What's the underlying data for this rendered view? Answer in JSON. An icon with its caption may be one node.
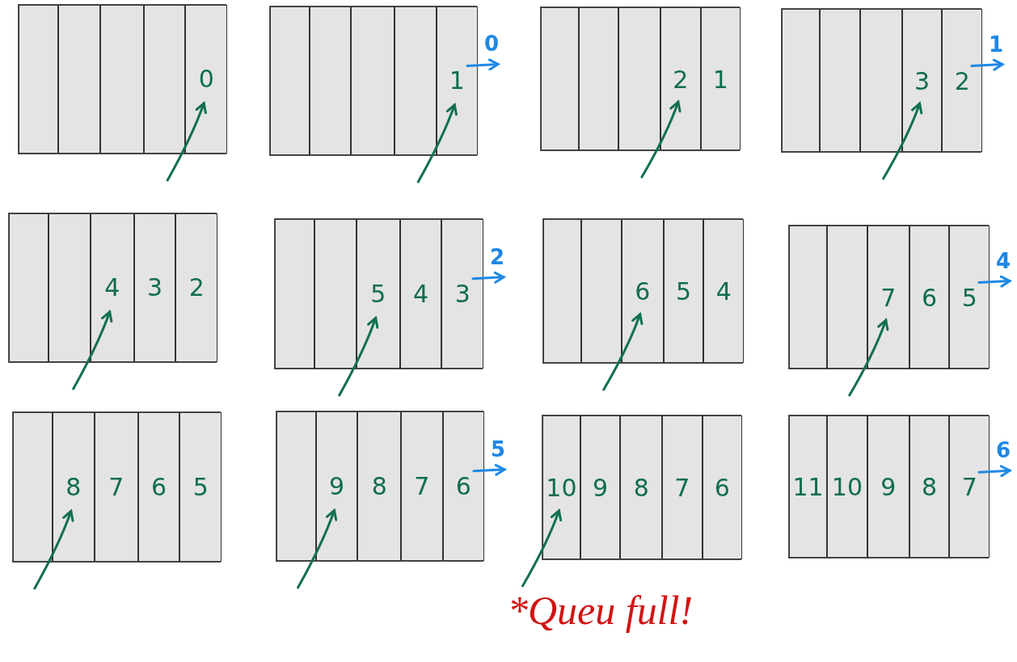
{
  "diagram": {
    "nodes": [
      {
        "text": [],
        "shape": "box"
      },
      {
        "text": [],
        "shape": "box",
        "in": 0
      },
      {
        "text": [],
        "shape": "box",
        "in": 0
      },
      {
        "text": [],
        "shape": "box",
        "in": 0
      },
      {
        "text": [],
        "shape": "box",
        "in": 0
      },
      {
        "text": [
          "0"
        ],
        "in": 0
      },
      {
        "text": [],
        "shape": "box"
      },
      {
        "text": [],
        "shape": "box",
        "in": 6
      },
      {
        "text": [],
        "shape": "box",
        "in": 6
      },
      {
        "text": [],
        "shape": "box",
        "in": 6
      },
      {
        "text": [],
        "shape": "box",
        "in": 6
      },
      {
        "text": [
          "1"
        ],
        "in": 6
      },
      {
        "text": [],
        "shape": "box"
      },
      {
        "text": [],
        "shape": "box",
        "in": 12
      },
      {
        "text": [],
        "shape": "box",
        "in": 12
      },
      {
        "text": [],
        "shape": "box",
        "in": 12
      },
      {
        "text": [
          "2"
        ],
        "in": 12
      },
      {
        "text": [
          "1"
        ],
        "in": 12
      },
      {
        "text": [],
        "shape": "box"
      },
      {
        "text": [],
        "shape": "box",
        "in": 18
      },
      {
        "text": [],
        "shape": "box",
        "in": 18
      },
      {
        "text": [],
        "shape": "box",
        "in": 18
      },
      {
        "text": [
          "3"
        ],
        "in": 18
      },
      {
        "text": [
          "2"
        ],
        "in": 18
      },
      {
        "text": [],
        "shape": "box"
      },
      {
        "text": [],
        "shape": "box",
        "in": 24
      },
      {
        "text": [],
        "shape": "box",
        "in": 24
      },
      {
        "text": [
          "4"
        ],
        "in": 24
      },
      {
        "text": [
          "3"
        ],
        "in": 24
      },
      {
        "text": [
          "2"
        ],
        "in": 24
      },
      {
        "text": [],
        "shape": "box"
      },
      {
        "text": [],
        "shape": "box",
        "in": 30
      },
      {
        "text": [],
        "shape": "box",
        "in": 30
      },
      {
        "text": [
          "5"
        ],
        "in": 30
      },
      {
        "text": [
          "4"
        ],
        "in": 30
      },
      {
        "text": [
          "3"
        ],
        "in": 30
      },
      {
        "text": [],
        "shape": "box"
      },
      {
        "text": [],
        "shape": "box",
        "in": 36
      },
      {
        "text": [],
        "shape": "box",
        "in": 36
      },
      {
        "text": [
          "6"
        ],
        "in": 36
      },
      {
        "text": [
          "5"
        ],
        "in": 36
      },
      {
        "text": [
          "4"
        ],
        "in": 36
      },
      {
        "text": [],
        "shape": "box"
      },
      {
        "text": [],
        "shape": "box",
        "in": 42
      },
      {
        "text": [],
        "shape": "box",
        "in": 42
      },
      {
        "text": [
          "7"
        ],
        "in": 42
      },
      {
        "text": [
          "6"
        ],
        "in": 42
      },
      {
        "text": [
          "5"
        ],
        "in": 42
      },
      {
        "text": [],
        "shape": "box"
      },
      {
        "text": [],
        "shape": "box",
        "in": 48
      },
      {
        "text": [
          "8"
        ],
        "in": 48
      },
      {
        "text": [
          "7"
        ],
        "in": 48
      },
      {
        "text": [
          "6"
        ],
        "in": 48
      },
      {
        "text": [
          "5"
        ],
        "in": 48
      },
      {
        "text": [],
        "shape": "box"
      },
      {
        "text": [],
        "shape": "box",
        "in": 54
      },
      {
        "text": [
          "9"
        ],
        "in": 54
      },
      {
        "text": [
          "8"
        ],
        "in": 54
      },
      {
        "text": [
          "7"
        ],
        "in": 54
      },
      {
        "text": [
          "6"
        ],
        "in": 54
      },
      {
        "text": [],
        "shape": "box"
      },
      {
        "text": [
          "10"
        ],
        "in": 60
      },
      {
        "text": [
          "9"
        ],
        "in": 60
      },
      {
        "text": [
          "8"
        ],
        "in": 60
      },
      {
        "text": [
          "7"
        ],
        "in": 60
      },
      {
        "text": [
          "6"
        ],
        "in": 60
      },
      {
        "text": [],
        "shape": "box"
      },
      {
        "text": [
          "11"
        ],
        "in": 66
      },
      {
        "text": [
          "10"
        ],
        "in": 66
      },
      {
        "text": [
          "9"
        ],
        "in": 66
      },
      {
        "text": [
          "8"
        ],
        "in": 66
      },
      {
        "text": [
          "7"
        ],
        "in": 66
      }
    ],
    "edges": [
      {
        "from": null,
        "to": 5,
        "arrow": "to"
      },
      {
        "from": null,
        "to": 11,
        "arrow": "to"
      },
      {
        "from": 11,
        "to": null,
        "arrow": "to",
        "label": "0",
        "color": "#1e88e5"
      },
      {
        "from": null,
        "to": 16,
        "arrow": "to"
      },
      {
        "from": null,
        "to": 22,
        "arrow": "to"
      },
      {
        "from": 23,
        "to": null,
        "arrow": "to",
        "label": "1",
        "color": "#1e88e5"
      },
      {
        "from": null,
        "to": 27,
        "arrow": "to"
      },
      {
        "from": null,
        "to": 33,
        "arrow": "to"
      },
      {
        "from": 35,
        "to": null,
        "arrow": "to",
        "label": "2",
        "color": "#1e88e5"
      },
      {
        "from": null,
        "to": 39,
        "arrow": "to"
      },
      {
        "from": null,
        "to": 45,
        "arrow": "to"
      },
      {
        "from": 47,
        "to": null,
        "arrow": "to",
        "label": "4",
        "color": "#1e88e5"
      },
      {
        "from": null,
        "to": 50,
        "arrow": "to"
      },
      {
        "from": null,
        "to": 56,
        "arrow": "to"
      },
      {
        "from": 59,
        "to": null,
        "arrow": "to",
        "label": "5",
        "color": "#1e88e5"
      },
      {
        "from": null,
        "to": 61,
        "arrow": "to"
      },
      {
        "from": 71,
        "to": null,
        "arrow": "to",
        "label": "6",
        "color": "#1e88e5"
      }
    ],
    "labels": [
      "*Queu full!"
    ]
  }
}
